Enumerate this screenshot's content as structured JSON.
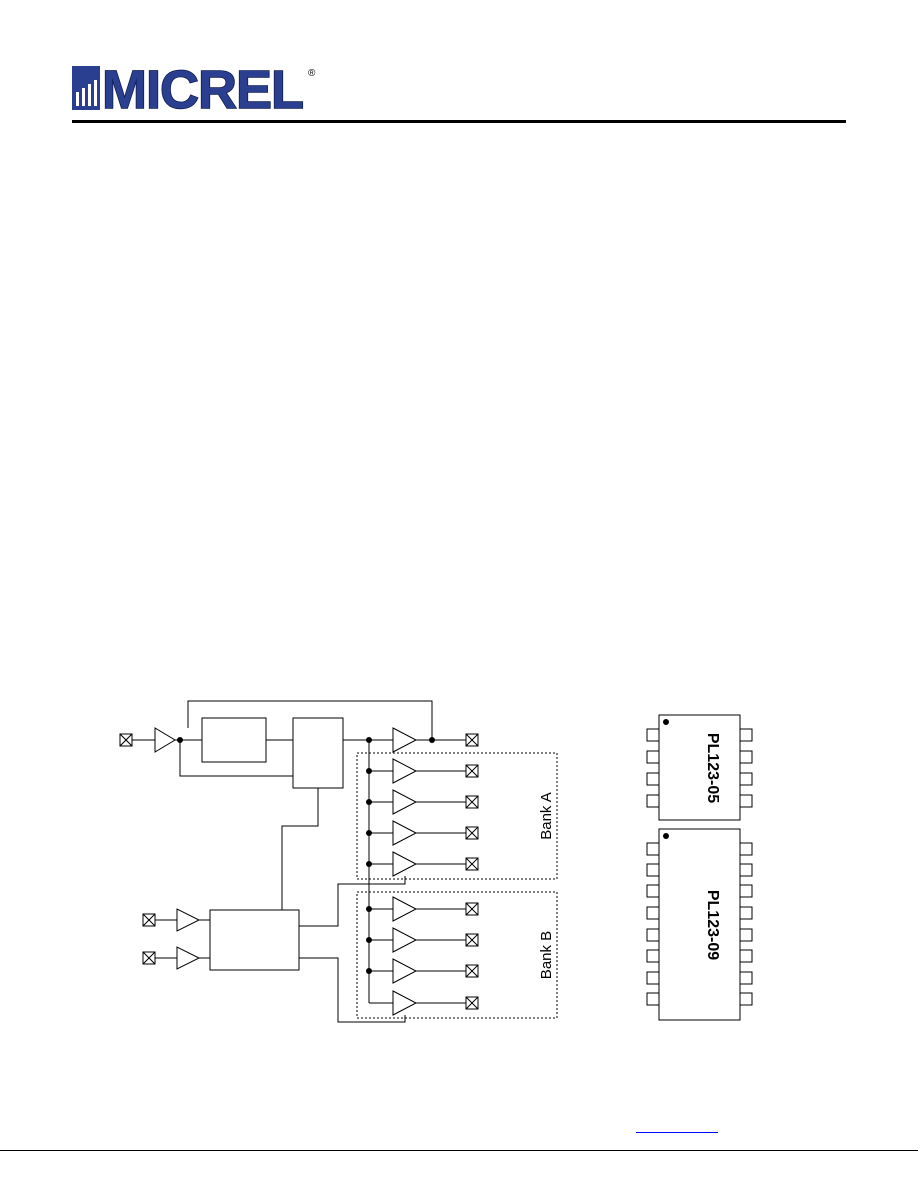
{
  "header": {
    "logo_text": "MICREL",
    "registered_mark": "®"
  },
  "diagram": {
    "bank_a_label": "Bank A",
    "bank_b_label": "Bank B"
  },
  "packages": {
    "pkg_small_label": "PL123-05",
    "pkg_large_label": "PL123-09"
  }
}
